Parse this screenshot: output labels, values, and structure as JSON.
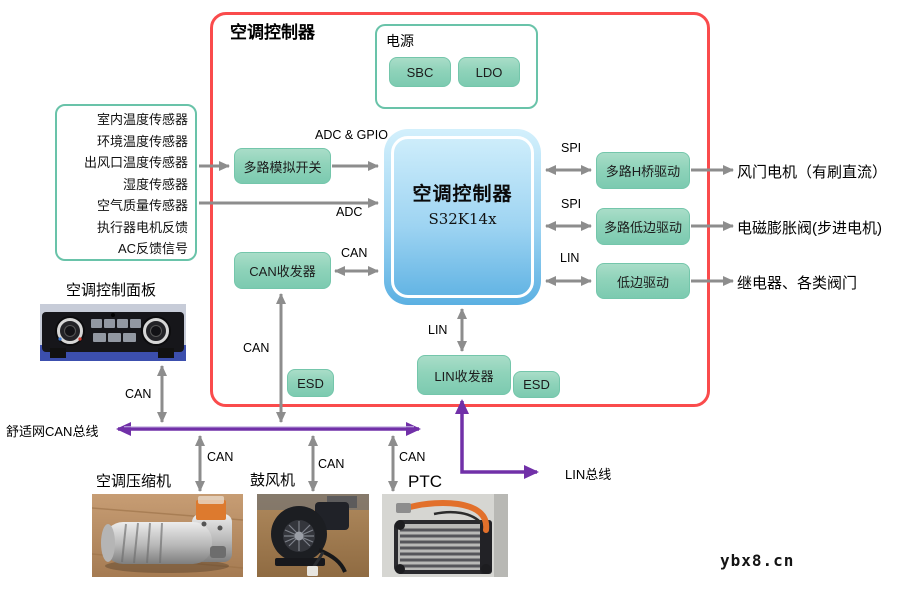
{
  "controller_box": {
    "title": "空调控制器"
  },
  "power": {
    "label": "电源",
    "chips": [
      {
        "label": "SBC"
      },
      {
        "label": "LDO"
      }
    ]
  },
  "sensors": {
    "lines": [
      "室内温度传感器",
      "环境温度传感器",
      "出风口温度传感器",
      "湿度传感器",
      "空气质量传感器",
      "执行器电机反馈",
      "AC反馈信号"
    ]
  },
  "mcu": {
    "title": "空调控制器",
    "part": "S32K14x"
  },
  "blocks": {
    "analog_switch": "多路模拟开关",
    "can_transceiver": "CAN收发器",
    "esd_left": "ESD",
    "lin_transceiver": "LIN收发器",
    "esd_right": "ESD",
    "h_bridge": "多路H桥驱动",
    "multi_low_side": "多路低边驱动",
    "low_side": "低边驱动"
  },
  "signals": {
    "adc_gpio": "ADC & GPIO",
    "adc": "ADC",
    "can_mcu": "CAN",
    "spi_1": "SPI",
    "spi_2": "SPI",
    "lin_mcu_right": "LIN",
    "lin_mcu_down": "LIN",
    "can_vertical": "CAN",
    "can_panel": "CAN",
    "can_compressor": "CAN",
    "can_blower": "CAN",
    "can_ptc": "CAN"
  },
  "outputs": [
    "风门电机（有刷直流）",
    "电磁膨胀阀(步进电机)",
    "继电器、各类阀门"
  ],
  "panel": {
    "label": "空调控制面板"
  },
  "comfort_bus": {
    "label": "舒适网CAN总线"
  },
  "lin_bus": {
    "label": "LIN总线"
  },
  "devices": [
    {
      "label": "空调压缩机"
    },
    {
      "label": "鼓风机"
    },
    {
      "label": "PTC"
    }
  ],
  "watermark": "ybx8.cn",
  "colors": {
    "outline_red": "#fa4b4c",
    "teal_border": "#69c3a9",
    "block_green": "#8fd3ba",
    "mcu_blue": "#5bb0e2",
    "arrow_gray": "#8d8d8d",
    "bus_purple": "#7130a8"
  }
}
